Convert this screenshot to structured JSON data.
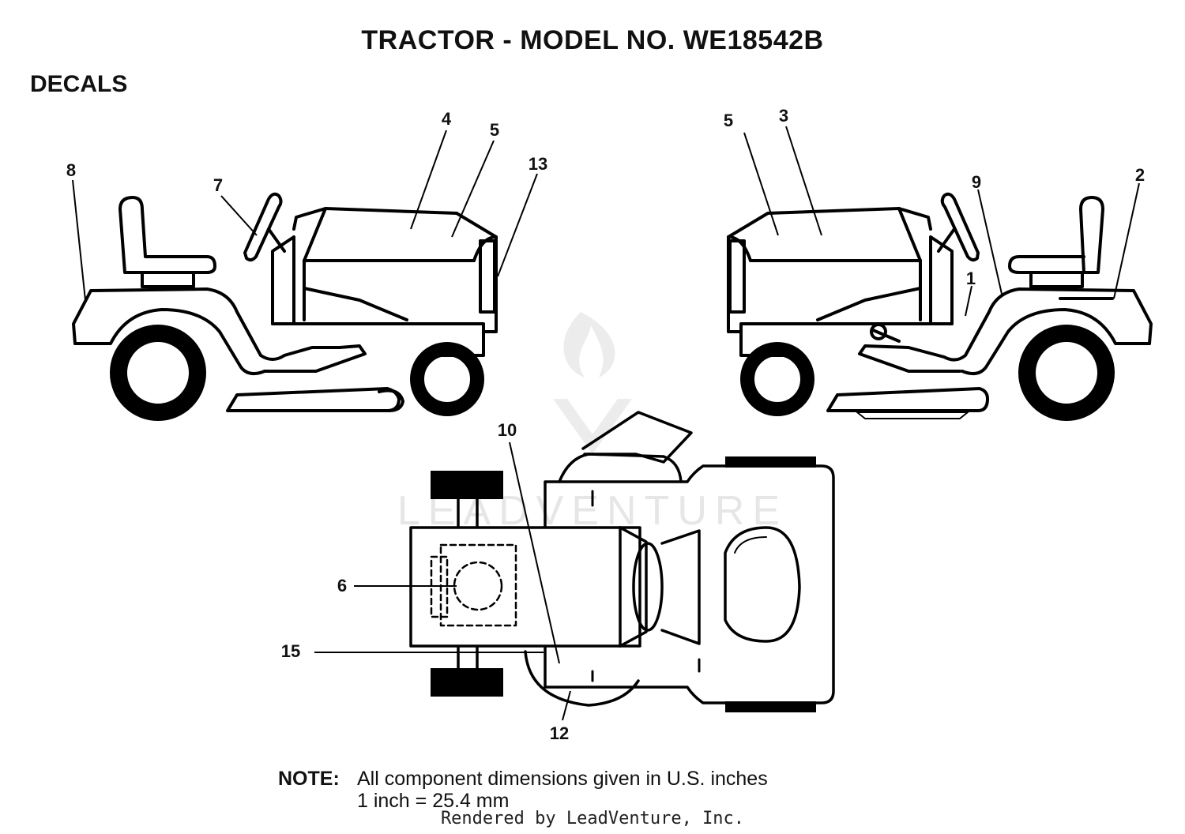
{
  "title": "TRACTOR - MODEL NO. WE18542B",
  "section": "DECALS",
  "callouts": {
    "c1": "1",
    "c2": "2",
    "c3": "3",
    "c4": "4",
    "c5a": "5",
    "c5b": "5",
    "c6": "6",
    "c7": "7",
    "c8": "8",
    "c9": "9",
    "c10": "10",
    "c12": "12",
    "c13": "13",
    "c15": "15"
  },
  "watermark": "LEADVENTURE",
  "note": {
    "label": "NOTE:",
    "line1": "All component dimensions given in U.S. inches",
    "line2": "1 inch = 25.4 mm"
  },
  "footer": "Rendered by LeadVenture, Inc."
}
